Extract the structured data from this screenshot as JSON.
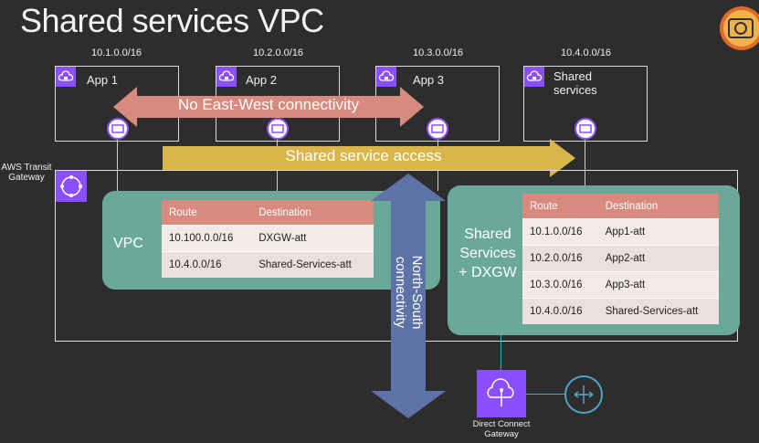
{
  "title": "Shared services VPC",
  "vpcs": [
    {
      "cidr": "10.1.0.0/16",
      "name": "App 1"
    },
    {
      "cidr": "10.2.0.0/16",
      "name": "App 2"
    },
    {
      "cidr": "10.3.0.0/16",
      "name": "App 3"
    },
    {
      "cidr": "10.4.0.0/16",
      "name": "Shared services"
    }
  ],
  "arrows": {
    "east_west": "No East-West connectivity",
    "shared_access": "Shared service access",
    "north_south": "North-South connectivity"
  },
  "tgw_label": "AWS Transit Gateway",
  "vpc_table": {
    "label": "VPC",
    "headers": [
      "Route",
      "Destination"
    ],
    "rows": [
      [
        "10.100.0.0/16",
        "DXGW-att"
      ],
      [
        "10.4.0.0/16",
        "Shared-Services-att"
      ]
    ]
  },
  "shared_table": {
    "label": "Shared Services + DXGW",
    "headers": [
      "Route",
      "Destination"
    ],
    "rows": [
      [
        "10.1.0.0/16",
        "App1-att"
      ],
      [
        "10.2.0.0/16",
        "App2-att"
      ],
      [
        "10.3.0.0/16",
        "App3-att"
      ],
      [
        "10.4.0.0/16",
        "Shared-Services-att"
      ]
    ]
  },
  "dx_label": "Direct Connect Gateway",
  "colors": {
    "east_west_arrow": "#d98a7e",
    "shared_arrow": "#d9b54a",
    "north_south_arrow": "#5d73a8",
    "panel": "#6aa99a",
    "icon_purple": "#8c4fff"
  }
}
